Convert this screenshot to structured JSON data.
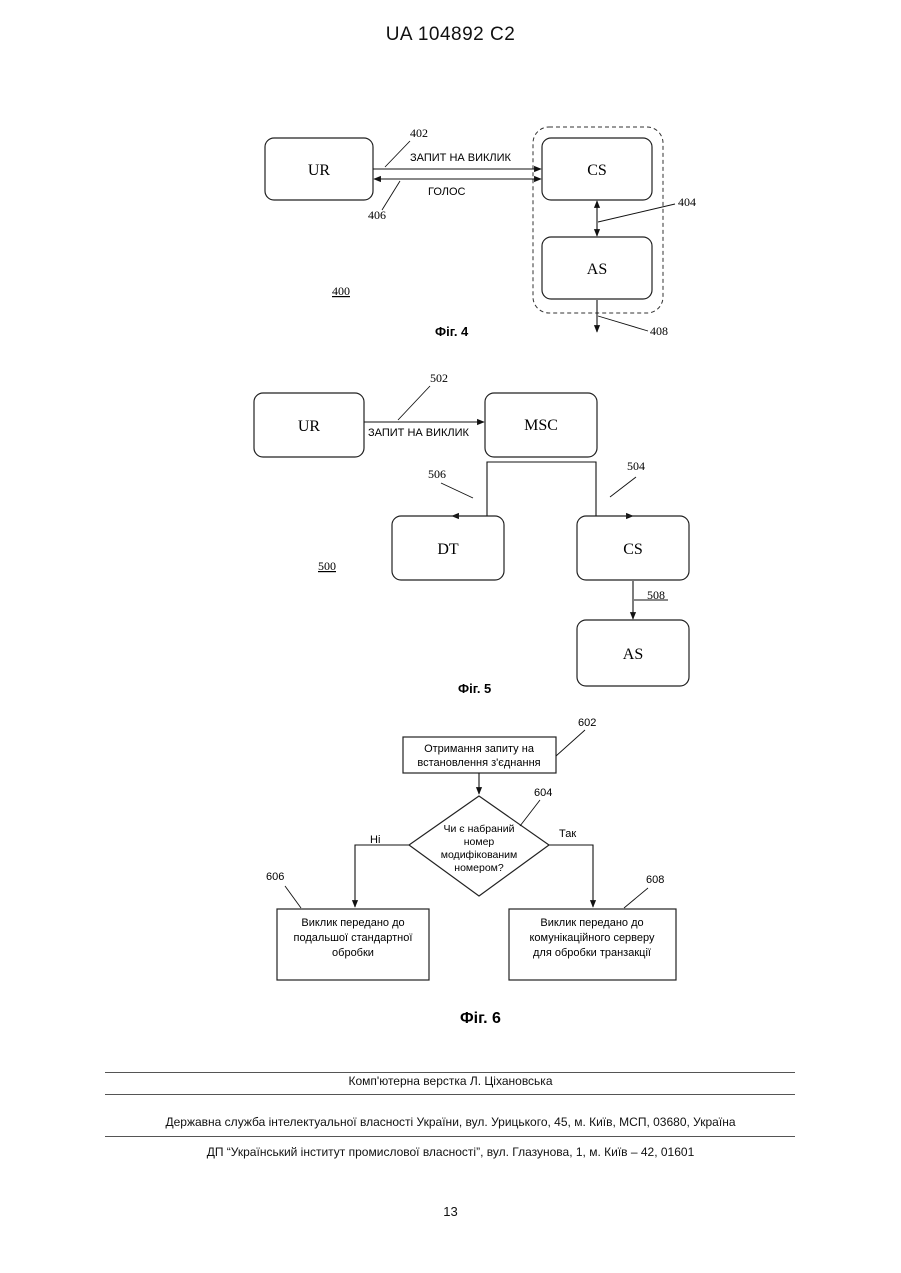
{
  "header": {
    "patent_id": "UA   104892   C2"
  },
  "fig4": {
    "caption": "Фіг. 4",
    "ref_label": "400",
    "box_ur": "UR",
    "box_cs": "CS",
    "box_as": "AS",
    "msg_request": "ЗАПИТ НА ВИКЛИК",
    "msg_voice": "ГОЛОС",
    "ref_402": "402",
    "ref_406": "406",
    "ref_404": "404",
    "ref_408": "408"
  },
  "fig5": {
    "caption": "Фіг. 5",
    "ref_label": "500",
    "box_ur": "UR",
    "box_msc": "MSC",
    "box_dt": "DT",
    "box_cs": "CS",
    "box_as": "AS",
    "msg_request": "ЗАПИТ НА ВИКЛИК",
    "ref_502": "502",
    "ref_504": "504",
    "ref_506": "506",
    "ref_508": "508"
  },
  "fig6": {
    "caption": "Фіг. 6",
    "step_receive": [
      "Отримання запиту на",
      "встановлення з'єднання"
    ],
    "decision": [
      "Чи є набраний",
      "номер",
      "модифікованим",
      "номером?"
    ],
    "branch_no": "Ні",
    "branch_yes": "Так",
    "step_standard": [
      "Виклик передано до",
      "подальшої стандартної",
      "обробки"
    ],
    "step_server": [
      "Виклик передано до",
      "комунікаційного серверу",
      "для обробки транзакції"
    ],
    "ref_602": "602",
    "ref_604": "604",
    "ref_606": "606",
    "ref_608": "608"
  },
  "footer": {
    "typesetting": "Комп'ютерна верстка Л. Ціхановська",
    "agency": "Державна служба інтелектуальної власності України, вул. Урицького, 45, м. Київ, МСП, 03680, Україна",
    "institute": "ДП “Український інститут промислової власності”, вул. Глазунова, 1, м. Київ – 42, 01601",
    "page_number": "13"
  }
}
